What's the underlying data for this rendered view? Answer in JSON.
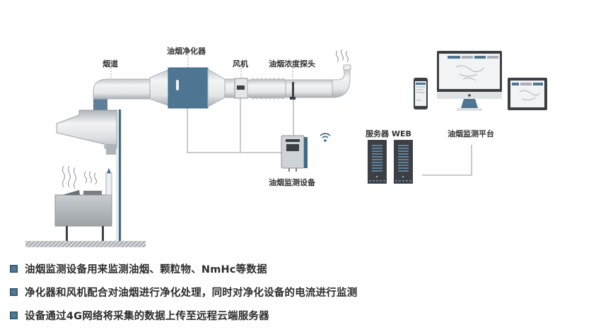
{
  "labels": {
    "flue": "烟道",
    "purifier": "油烟净化器",
    "fan": "风机",
    "probe": "油烟浓度探头",
    "monitor_device": "油烟监测设备",
    "server": "服务器 WEB",
    "platform": "油烟监测平台"
  },
  "bullets": [
    {
      "icon": "bullet-square-icon",
      "text": "油烟监测设备用来监测油烟、颗粒物、NmHc等数据"
    },
    {
      "icon": "bullet-square-icon",
      "text": "净化器和风机配合对油烟进行净化处理，同时对净化设备的电流进行监测"
    },
    {
      "icon": "bullet-square-icon",
      "text": "设备通过4G网络将采集的数据上传至远程云端服务器"
    }
  ],
  "colors": {
    "accent": "#3f6a86",
    "pipe": "#d9dde1",
    "dark": "#3c3f44",
    "line": "#b5b9bd"
  }
}
